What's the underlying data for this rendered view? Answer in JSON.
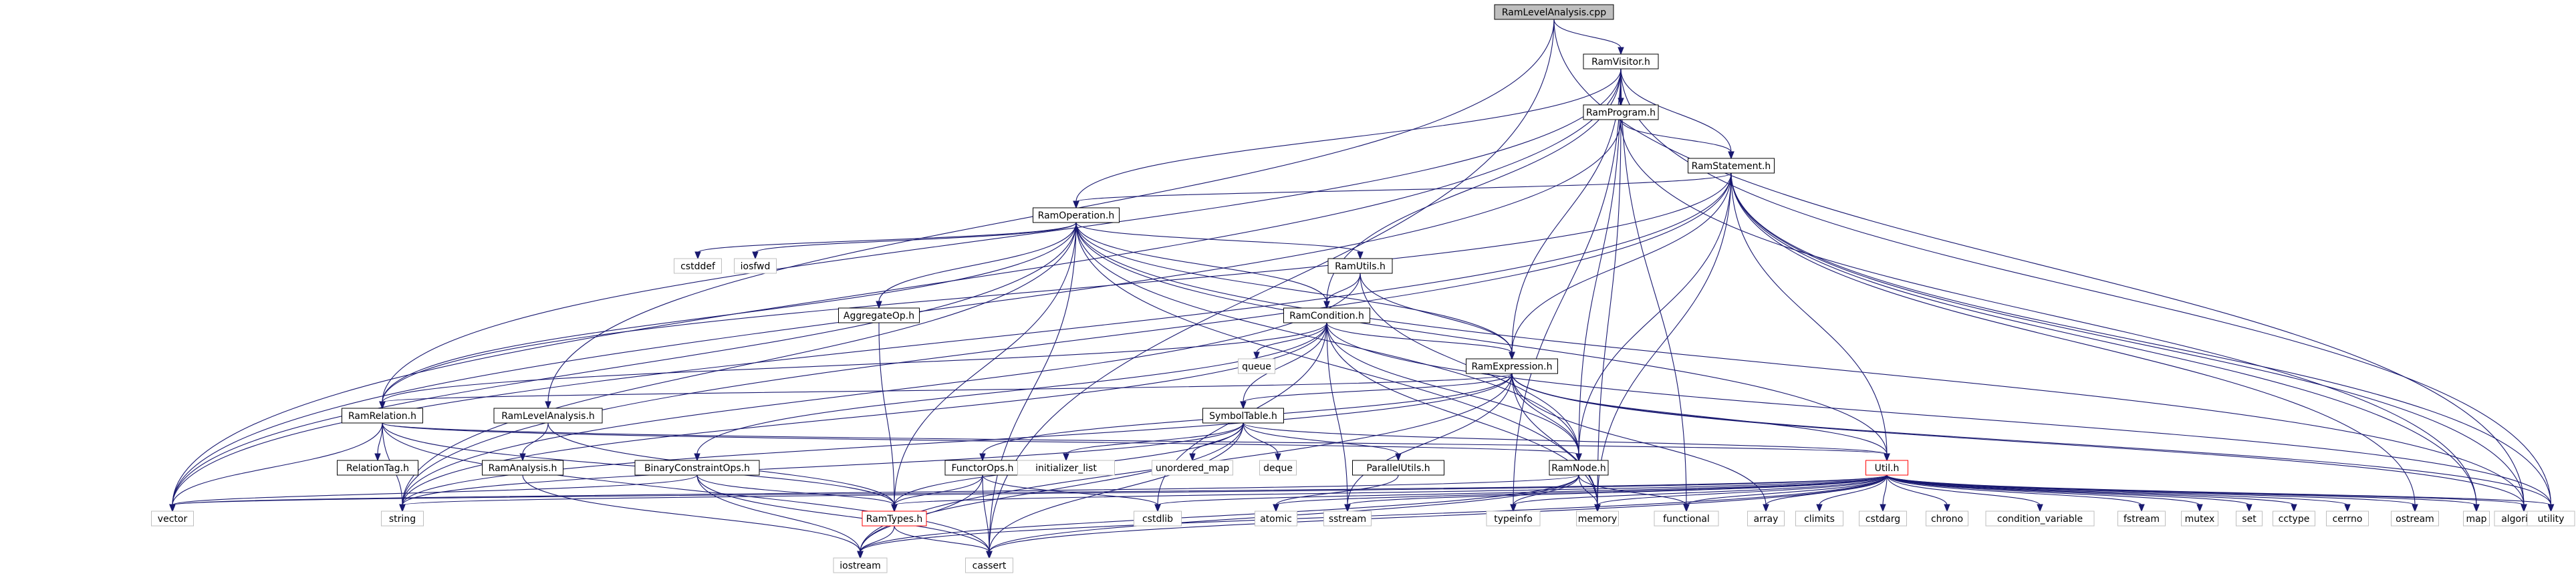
{
  "diagram": {
    "title": "RamLevelAnalysis.cpp",
    "nodes": [
      {
        "id": "RamLevelAnalysis.cpp",
        "label": "RamLevelAnalysis.cpp",
        "style": "root"
      },
      {
        "id": "RamVisitor.h",
        "label": "RamVisitor.h",
        "style": "normal"
      },
      {
        "id": "RamProgram.h",
        "label": "RamProgram.h",
        "style": "normal"
      },
      {
        "id": "RamStatement.h",
        "label": "RamStatement.h",
        "style": "normal"
      },
      {
        "id": "RamOperation.h",
        "label": "RamOperation.h",
        "style": "normal"
      },
      {
        "id": "RamUtils.h",
        "label": "RamUtils.h",
        "style": "normal"
      },
      {
        "id": "AggregateOp.h",
        "label": "AggregateOp.h",
        "style": "normal"
      },
      {
        "id": "RamCondition.h",
        "label": "RamCondition.h",
        "style": "normal"
      },
      {
        "id": "RamExpression.h",
        "label": "RamExpression.h",
        "style": "normal"
      },
      {
        "id": "RamRelation.h",
        "label": "RamRelation.h",
        "style": "normal"
      },
      {
        "id": "RamLevelAnalysis.h",
        "label": "RamLevelAnalysis.h",
        "style": "normal"
      },
      {
        "id": "SymbolTable.h",
        "label": "SymbolTable.h",
        "style": "normal"
      },
      {
        "id": "RelationTag.h",
        "label": "RelationTag.h",
        "style": "normal"
      },
      {
        "id": "RamAnalysis.h",
        "label": "RamAnalysis.h",
        "style": "normal"
      },
      {
        "id": "BinaryConstraintOps.h",
        "label": "BinaryConstraintOps.h",
        "style": "normal"
      },
      {
        "id": "FunctorOps.h",
        "label": "FunctorOps.h",
        "style": "normal"
      },
      {
        "id": "ParallelUtils.h",
        "label": "ParallelUtils.h",
        "style": "normal"
      },
      {
        "id": "RamNode.h",
        "label": "RamNode.h",
        "style": "normal"
      },
      {
        "id": "Util.h",
        "label": "Util.h",
        "style": "red"
      },
      {
        "id": "RamTypes.h",
        "label": "RamTypes.h",
        "style": "red"
      },
      {
        "id": "cstddef",
        "label": "cstddef",
        "style": "system"
      },
      {
        "id": "iosfwd",
        "label": "iosfwd",
        "style": "system"
      },
      {
        "id": "queue",
        "label": "queue",
        "style": "system"
      },
      {
        "id": "initializer_list",
        "label": "initializer_list",
        "style": "system"
      },
      {
        "id": "unordered_map",
        "label": "unordered_map",
        "style": "system"
      },
      {
        "id": "deque",
        "label": "deque",
        "style": "system"
      },
      {
        "id": "vector",
        "label": "vector",
        "style": "system"
      },
      {
        "id": "string",
        "label": "string",
        "style": "system"
      },
      {
        "id": "iostream",
        "label": "iostream",
        "style": "system"
      },
      {
        "id": "cassert",
        "label": "cassert",
        "style": "system"
      },
      {
        "id": "cstdlib",
        "label": "cstdlib",
        "style": "system"
      },
      {
        "id": "atomic",
        "label": "atomic",
        "style": "system"
      },
      {
        "id": "sstream",
        "label": "sstream",
        "style": "system"
      },
      {
        "id": "typeinfo",
        "label": "typeinfo",
        "style": "system"
      },
      {
        "id": "memory",
        "label": "memory",
        "style": "system"
      },
      {
        "id": "functional",
        "label": "functional",
        "style": "system"
      },
      {
        "id": "array",
        "label": "array",
        "style": "system"
      },
      {
        "id": "climits",
        "label": "climits",
        "style": "system"
      },
      {
        "id": "cstdarg",
        "label": "cstdarg",
        "style": "system"
      },
      {
        "id": "chrono",
        "label": "chrono",
        "style": "system"
      },
      {
        "id": "condition_variable",
        "label": "condition_variable",
        "style": "system"
      },
      {
        "id": "fstream",
        "label": "fstream",
        "style": "system"
      },
      {
        "id": "mutex",
        "label": "mutex",
        "style": "system"
      },
      {
        "id": "set",
        "label": "set",
        "style": "system"
      },
      {
        "id": "cctype",
        "label": "cctype",
        "style": "system"
      },
      {
        "id": "cerrno",
        "label": "cerrno",
        "style": "system"
      },
      {
        "id": "ostream",
        "label": "ostream",
        "style": "system"
      },
      {
        "id": "map",
        "label": "map",
        "style": "system"
      },
      {
        "id": "algorithm",
        "label": "algorithm",
        "style": "system"
      },
      {
        "id": "utility",
        "label": "utility",
        "style": "system"
      }
    ],
    "edges": [
      [
        "RamLevelAnalysis.cpp",
        "RamVisitor.h"
      ],
      [
        "RamLevelAnalysis.cpp",
        "RamLevelAnalysis.h"
      ],
      [
        "RamLevelAnalysis.cpp",
        "algorithm"
      ],
      [
        "RamLevelAnalysis.cpp",
        "cassert"
      ],
      [
        "RamVisitor.h",
        "RamProgram.h"
      ],
      [
        "RamVisitor.h",
        "RamStatement.h"
      ],
      [
        "RamVisitor.h",
        "RamOperation.h"
      ],
      [
        "RamVisitor.h",
        "RamCondition.h"
      ],
      [
        "RamVisitor.h",
        "RamExpression.h"
      ],
      [
        "RamVisitor.h",
        "RamNode.h"
      ],
      [
        "RamVisitor.h",
        "RamRelation.h"
      ],
      [
        "RamVisitor.h",
        "vector"
      ],
      [
        "RamVisitor.h",
        "functional"
      ],
      [
        "RamVisitor.h",
        "typeinfo"
      ],
      [
        "RamVisitor.h",
        "utility"
      ],
      [
        "RamProgram.h",
        "RamStatement.h"
      ],
      [
        "RamProgram.h",
        "vector"
      ],
      [
        "RamProgram.h",
        "memory"
      ],
      [
        "RamProgram.h",
        "map"
      ],
      [
        "RamStatement.h",
        "RamOperation.h"
      ],
      [
        "RamStatement.h",
        "RamRelation.h"
      ],
      [
        "RamStatement.h",
        "RamExpression.h"
      ],
      [
        "RamStatement.h",
        "RamNode.h"
      ],
      [
        "RamStatement.h",
        "Util.h"
      ],
      [
        "RamStatement.h",
        "vector"
      ],
      [
        "RamStatement.h",
        "string"
      ],
      [
        "RamStatement.h",
        "memory"
      ],
      [
        "RamStatement.h",
        "algorithm"
      ],
      [
        "RamStatement.h",
        "map"
      ],
      [
        "RamStatement.h",
        "utility"
      ],
      [
        "RamStatement.h",
        "ostream"
      ],
      [
        "RamOperation.h",
        "RamUtils.h"
      ],
      [
        "RamOperation.h",
        "AggregateOp.h"
      ],
      [
        "RamOperation.h",
        "RamCondition.h"
      ],
      [
        "RamOperation.h",
        "RamExpression.h"
      ],
      [
        "RamOperation.h",
        "RamRelation.h"
      ],
      [
        "RamOperation.h",
        "RamNode.h"
      ],
      [
        "RamOperation.h",
        "RamTypes.h"
      ],
      [
        "RamOperation.h",
        "Util.h"
      ],
      [
        "RamOperation.h",
        "cstddef"
      ],
      [
        "RamOperation.h",
        "iosfwd"
      ],
      [
        "RamOperation.h",
        "vector"
      ],
      [
        "RamOperation.h",
        "string"
      ],
      [
        "RamOperation.h",
        "cassert"
      ],
      [
        "RamOperation.h",
        "memory"
      ],
      [
        "RamOperation.h",
        "algorithm"
      ],
      [
        "RamUtils.h",
        "RamCondition.h"
      ],
      [
        "RamUtils.h",
        "RamExpression.h"
      ],
      [
        "RamUtils.h",
        "RamNode.h"
      ],
      [
        "RamUtils.h",
        "string"
      ],
      [
        "AggregateOp.h",
        "RamTypes.h"
      ],
      [
        "RamCondition.h",
        "RamExpression.h"
      ],
      [
        "RamCondition.h",
        "RamRelation.h"
      ],
      [
        "RamCondition.h",
        "SymbolTable.h"
      ],
      [
        "RamCondition.h",
        "BinaryConstraintOps.h"
      ],
      [
        "RamCondition.h",
        "RamNode.h"
      ],
      [
        "RamCondition.h",
        "queue"
      ],
      [
        "RamCondition.h",
        "string"
      ],
      [
        "RamCondition.h",
        "sstream"
      ],
      [
        "RamCondition.h",
        "cstdlib"
      ],
      [
        "RamCondition.h",
        "memory"
      ],
      [
        "RamCondition.h",
        "utility"
      ],
      [
        "RamExpression.h",
        "SymbolTable.h"
      ],
      [
        "RamExpression.h",
        "FunctorOps.h"
      ],
      [
        "RamExpression.h",
        "RamRelation.h"
      ],
      [
        "RamExpression.h",
        "RamNode.h"
      ],
      [
        "RamExpression.h",
        "Util.h"
      ],
      [
        "RamExpression.h",
        "string"
      ],
      [
        "RamExpression.h",
        "array"
      ],
      [
        "RamExpression.h",
        "memory"
      ],
      [
        "RamExpression.h",
        "iostream"
      ],
      [
        "RamExpression.h",
        "sstream"
      ],
      [
        "RamExpression.h",
        "algorithm"
      ],
      [
        "RamExpression.h",
        "utility"
      ],
      [
        "RamRelation.h",
        "RelationTag.h"
      ],
      [
        "RamRelation.h",
        "RamNode.h"
      ],
      [
        "RamRelation.h",
        "RamTypes.h"
      ],
      [
        "RamRelation.h",
        "Util.h"
      ],
      [
        "RamRelation.h",
        "vector"
      ],
      [
        "RamRelation.h",
        "string"
      ],
      [
        "RamRelation.h",
        "cassert"
      ],
      [
        "RamLevelAnalysis.h",
        "RamAnalysis.h"
      ],
      [
        "RamLevelAnalysis.h",
        "RamTypes.h"
      ],
      [
        "SymbolTable.h",
        "ParallelUtils.h"
      ],
      [
        "SymbolTable.h",
        "RamTypes.h"
      ],
      [
        "SymbolTable.h",
        "Util.h"
      ],
      [
        "SymbolTable.h",
        "initializer_list"
      ],
      [
        "SymbolTable.h",
        "unordered_map"
      ],
      [
        "SymbolTable.h",
        "deque"
      ],
      [
        "SymbolTable.h",
        "iostream"
      ],
      [
        "SymbolTable.h",
        "string"
      ],
      [
        "SymbolTable.h",
        "cassert"
      ],
      [
        "RamAnalysis.h",
        "iostream"
      ],
      [
        "BinaryConstraintOps.h",
        "RamTypes.h"
      ],
      [
        "BinaryConstraintOps.h",
        "iostream"
      ],
      [
        "BinaryConstraintOps.h",
        "cassert"
      ],
      [
        "BinaryConstraintOps.h",
        "vector"
      ],
      [
        "FunctorOps.h",
        "RamTypes.h"
      ],
      [
        "FunctorOps.h",
        "iostream"
      ],
      [
        "FunctorOps.h",
        "cassert"
      ],
      [
        "FunctorOps.h",
        "cstdlib"
      ],
      [
        "ParallelUtils.h",
        "atomic"
      ],
      [
        "RamNode.h",
        "memory"
      ],
      [
        "RamNode.h",
        "functional"
      ],
      [
        "RamNode.h",
        "typeinfo"
      ],
      [
        "RamNode.h",
        "iostream"
      ],
      [
        "RamNode.h",
        "vector"
      ],
      [
        "RamNode.h",
        "cassert"
      ],
      [
        "Util.h",
        "RamTypes.h"
      ],
      [
        "Util.h",
        "vector"
      ],
      [
        "Util.h",
        "string"
      ],
      [
        "Util.h",
        "iostream"
      ],
      [
        "Util.h",
        "cassert"
      ],
      [
        "Util.h",
        "cstdlib"
      ],
      [
        "Util.h",
        "atomic"
      ],
      [
        "Util.h",
        "sstream"
      ],
      [
        "Util.h",
        "typeinfo"
      ],
      [
        "Util.h",
        "memory"
      ],
      [
        "Util.h",
        "functional"
      ],
      [
        "Util.h",
        "array"
      ],
      [
        "Util.h",
        "climits"
      ],
      [
        "Util.h",
        "cstdarg"
      ],
      [
        "Util.h",
        "chrono"
      ],
      [
        "Util.h",
        "condition_variable"
      ],
      [
        "Util.h",
        "fstream"
      ],
      [
        "Util.h",
        "mutex"
      ],
      [
        "Util.h",
        "set"
      ],
      [
        "Util.h",
        "cctype"
      ],
      [
        "Util.h",
        "cerrno"
      ],
      [
        "Util.h",
        "ostream"
      ],
      [
        "Util.h",
        "map"
      ],
      [
        "Util.h",
        "algorithm"
      ],
      [
        "Util.h",
        "utility"
      ],
      [
        "RamTypes.h",
        "iostream"
      ],
      [
        "RamTypes.h",
        "cassert"
      ]
    ]
  }
}
